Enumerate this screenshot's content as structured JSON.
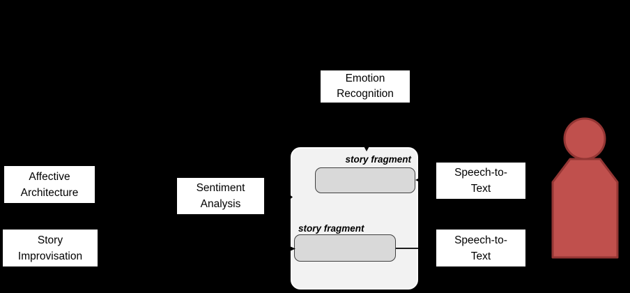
{
  "canvas": {
    "background": "#000000"
  },
  "nodes": {
    "emotion_recognition": {
      "lines": [
        "Emotion",
        "Recognition"
      ]
    },
    "affective_architecture": {
      "lines": [
        "Affective",
        "Architecture"
      ]
    },
    "story_improvisation": {
      "lines": [
        "Story",
        "Improvisation"
      ]
    },
    "sentiment_analysis": {
      "lines": [
        "Sentiment",
        "Analysis"
      ]
    },
    "speech_to_text_top": {
      "lines": [
        "Speech-to-",
        "Text"
      ]
    },
    "speech_to_text_bottom": {
      "lines": [
        "Speech-to-",
        "Text"
      ]
    }
  },
  "panel": {
    "fill": "#F2F2F2",
    "fragments": [
      {
        "label": "story fragment",
        "fill": "#D9D9D9"
      },
      {
        "label": "story fragment",
        "fill": "#D9D9D9"
      }
    ]
  },
  "person": {
    "fill": "#C0504D",
    "stroke": "#943634"
  },
  "colors": {
    "node_fill": "#FFFFFF",
    "node_border": "#000000",
    "text": "#000000",
    "arrow": "#000000",
    "fragment_border": "#3F3F3F"
  }
}
